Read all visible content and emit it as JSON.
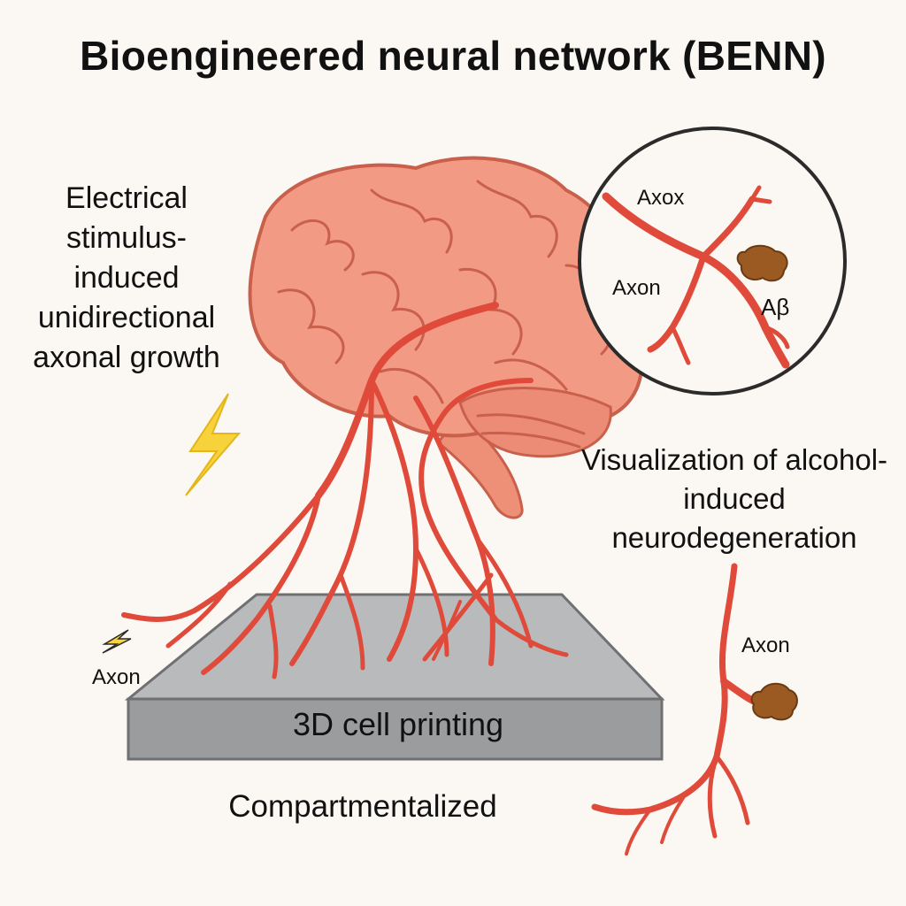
{
  "title": "Bioengineered neural network (BENN)",
  "left_description": "Electrical stimulus-induced unidirectional axonal growth",
  "right_description": "Visualization of alcohol-induced neurodegeneration",
  "platform_label": "3D cell printing",
  "bottom_label": "Compartmentalized",
  "labels": {
    "axon_left": "Axon",
    "axon_right": "Axon",
    "inset_top": "Axox",
    "inset_axon": "Axon",
    "inset_abeta": "Aβ"
  },
  "colors": {
    "background": "#fbf7f2",
    "brain": "#f29a84",
    "brain_outline": "#c9604c",
    "axon": "#e04a3a",
    "platform": "#9b9c9e",
    "amyloid": "#9a5a22",
    "bolt": "#f7d23a"
  },
  "icons": [
    "brain-icon",
    "lightning-bolt-icon",
    "magnifier-inset-icon",
    "amyloid-plaque-icon"
  ]
}
